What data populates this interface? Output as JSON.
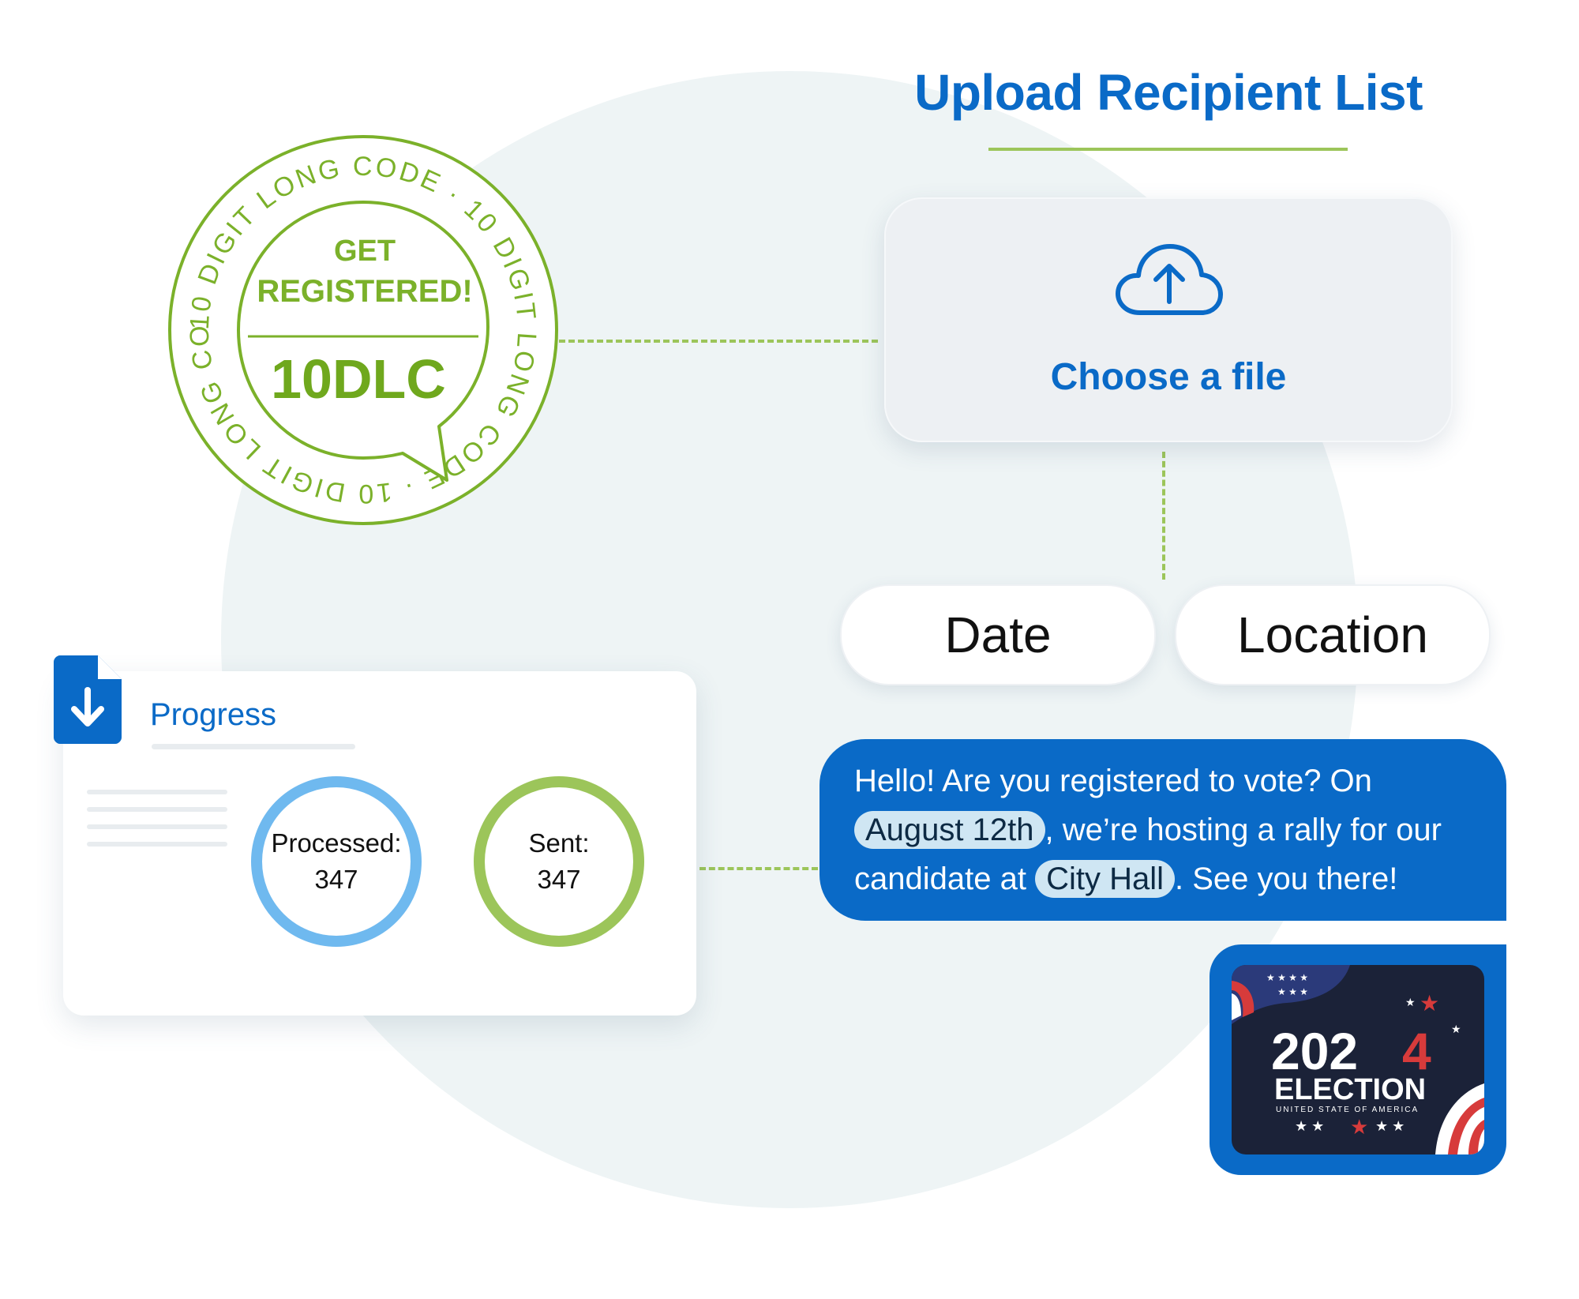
{
  "header": {
    "title": "Upload Recipient List"
  },
  "upload": {
    "icon": "cloud-upload-icon",
    "label": "Choose a file"
  },
  "fields": {
    "date": "Date",
    "location": "Location"
  },
  "message": {
    "part1": "Hello! Are you registered to vote? On",
    "highlight_date": "August 12th",
    "part2": ", we’re hosting a rally for our",
    "part3": "candidate at",
    "highlight_place": "City Hall",
    "part4": ". See you there!"
  },
  "image_attachment": {
    "year_prefix": "202",
    "year_suffix": "4",
    "headline": "ELECTION",
    "subtitle": "UNITED STATE OF AMERICA"
  },
  "progress": {
    "title": "Progress",
    "icon": "file-download-icon",
    "processed_label": "Processed:",
    "processed_value": "347",
    "sent_label": "Sent:",
    "sent_value": "347"
  },
  "stamp": {
    "ring_text": "10 DIGIT LONG CODE · 10 DIGIT LONG CODE · 10 DIGIT LONG CODE ·",
    "line1": "GET",
    "line2": "REGISTERED!",
    "code": "10DLC"
  },
  "colors": {
    "brand_blue": "#0a6ac7",
    "accent_green": "#7bb12a",
    "light_blue": "#6fb9ef",
    "background_circle": "#eef4f5"
  }
}
